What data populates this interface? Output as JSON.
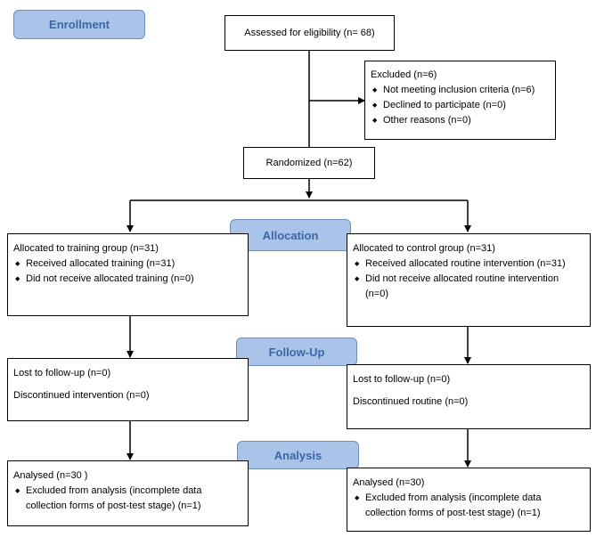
{
  "stages": {
    "enrollment": "Enrollment",
    "allocation": "Allocation",
    "follow_up": "Follow-Up",
    "analysis": "Analysis"
  },
  "assessed": "Assessed for eligibility (n= 68)",
  "excluded": {
    "title": "Excluded (n=6)",
    "items": [
      "Not meeting inclusion criteria (n=6)",
      "Declined to participate (n=0)",
      "Other reasons (n=0)"
    ]
  },
  "randomized": "Randomized (n=62)",
  "training": {
    "allocation_title": "Allocated to training group (n=31)",
    "allocation_items": [
      "Received allocated training (n=31)",
      "Did not receive allocated training (n=0)"
    ],
    "followup_lost": "Lost to follow-up (n=0)",
    "followup_discontinued": "Discontinued intervention (n=0)",
    "analysis_title": "Analysed  (n=30 )",
    "analysis_item": "Excluded from analysis (incomplete data collection forms of post-test stage) (n=1)"
  },
  "control": {
    "allocation_title": "Allocated to control group (n=31)",
    "allocation_items": [
      "Received allocated routine intervention (n=31)",
      "Did not receive allocated routine intervention (n=0)"
    ],
    "followup_lost": "Lost to follow-up (n=0)",
    "followup_discontinued": "Discontinued routine (n=0)",
    "analysis_title": "Analysed  (n=30)",
    "analysis_item": "Excluded from analysis (incomplete data collection forms of post-test stage) (n=1)"
  }
}
